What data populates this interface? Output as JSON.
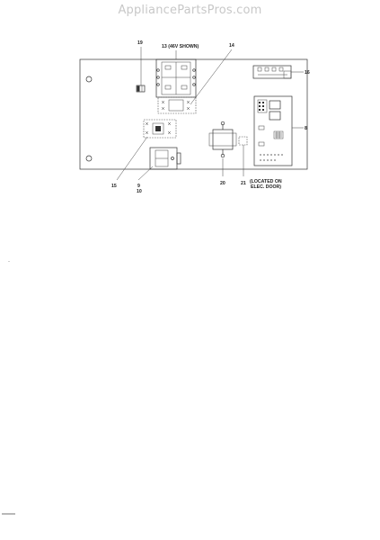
{
  "watermark": "AppliancePartsPros.com",
  "callouts": {
    "c19": "19",
    "c13": "13 (46V SHOWN)",
    "c14": "14",
    "c16": "16",
    "c8": "8",
    "c15": "15",
    "c9": "9",
    "c10": "10",
    "c20": "20",
    "c21": "21",
    "loc1": "(LOCATED ON",
    "loc2": "ELEC. DOOR)"
  }
}
